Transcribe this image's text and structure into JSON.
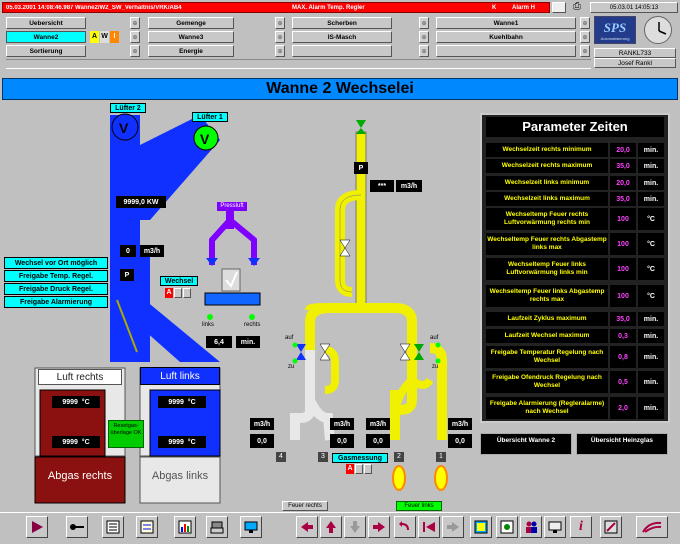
{
  "alarm_bar": {
    "text": "05.03.2001   14:08:46.987  Wanne2/W2_SW_Verhaltnis/VRK/AB4",
    "msg": "MAX. Alarm Temp. Regler",
    "k": "K",
    "alarm_h": "Alarm H",
    "clock": "05.03.01  14:05:13"
  },
  "nav": {
    "row1": [
      "Uebersicht",
      "Gemenge",
      "Scherben",
      "Wanne1"
    ],
    "row2": [
      "Wanne2",
      "Wanne3",
      "IS-Masch",
      "Kuehlbahn"
    ],
    "row3": [
      "Sortierung",
      "Energie",
      "",
      ""
    ],
    "awt": [
      "A",
      "W",
      "I"
    ]
  },
  "brand": {
    "logo": "SPS",
    "logo_sub": "Automatisierung",
    "station": "RANKL733",
    "user": "Josef Rankl"
  },
  "title": "Wanne 2 Wechselei",
  "process": {
    "luefter2": "Lüfter 2",
    "luefter1": "Lüfter 1",
    "kw": "9999,0 KW",
    "m3h_left_val": "0",
    "m3h_unit": "m3/h",
    "p": "P",
    "pressluft": "Pressluft",
    "wechsel": "Wechsel",
    "wechsel_a": "A",
    "links": "links",
    "rechts": "rechts",
    "min_val": "6,4",
    "min_unit": "min.",
    "status_labels": [
      "Wechsel vor Ort möglich",
      "Freigabe Temp. Regel.",
      "Freigabe Druck Regel.",
      "Freigabe Alarmierung"
    ],
    "luft_rechts": "Luft rechts",
    "luft_links": "Luft links",
    "temps": [
      "9999",
      "9999",
      "9999",
      "9999"
    ],
    "deg": "°C",
    "reset_text": "Resetgas-überlage OK",
    "abgas_rechts": "Abgas rechts",
    "abgas_links": "Abgas links",
    "gas_val": "***",
    "auf": "auf",
    "zu": "zu",
    "flows": [
      "0,0",
      "0,0",
      "0,0",
      "0,0"
    ],
    "burners": [
      "4",
      "3",
      "2",
      "1"
    ],
    "gasmessung": "Gasmessung",
    "gas_a": "A",
    "feuer_rechts": "Feuer rechts",
    "feuer_links": "Feuer links"
  },
  "params": {
    "title": "Parameter Zeiten",
    "rows": [
      {
        "label": "Wechselzeit rechts minimum",
        "value": "20,0",
        "unit": "min."
      },
      {
        "label": "Wechselzeit rechts maximum",
        "value": "35,0",
        "unit": "min."
      },
      {
        "label": "Wechselzeit links minimum",
        "value": "20,0",
        "unit": "min."
      },
      {
        "label": "Wechselzeit links maximum",
        "value": "35,0",
        "unit": "min."
      },
      {
        "label": "Wechseltemp Feuer rechts Luftvorwärmung rechts min",
        "value": "100",
        "unit": "°C"
      },
      {
        "label": "Wechseltemp Feuer rechts Abgastemp links max",
        "value": "100",
        "unit": "°C"
      },
      {
        "label": "Wechseltemp Feuer links Luftvorwärmung links min",
        "value": "100",
        "unit": "°C"
      },
      {
        "label": "Wechseltemp Feuer links Abgastemp rechts max",
        "value": "100",
        "unit": "°C"
      },
      {
        "label": "Laufzeit Zyklus maximum",
        "value": "35,0",
        "unit": "min."
      },
      {
        "label": "Laufzeit Wechsel maximum",
        "value": "0,3",
        "unit": "min."
      },
      {
        "label": "Freigabe Temperatur Regelung nach Wechsel",
        "value": "0,8",
        "unit": "min."
      },
      {
        "label": "Freigabe Ofendruck Regelung nach Wechsel",
        "value": "0,5",
        "unit": "min."
      },
      {
        "label": "Freigabe Alarmierung (Regleralarme) nach Wechsel",
        "value": "2,0",
        "unit": "min."
      }
    ]
  },
  "overview": {
    "btn1": "Übersicht Wanne 2",
    "btn2": "Übersicht Heinzglas"
  },
  "colors": {
    "accent": "#0000ff",
    "alarm": "#ff0000",
    "pipe_yellow": "#f0f000",
    "screen_bg": "#c0c0c0"
  }
}
